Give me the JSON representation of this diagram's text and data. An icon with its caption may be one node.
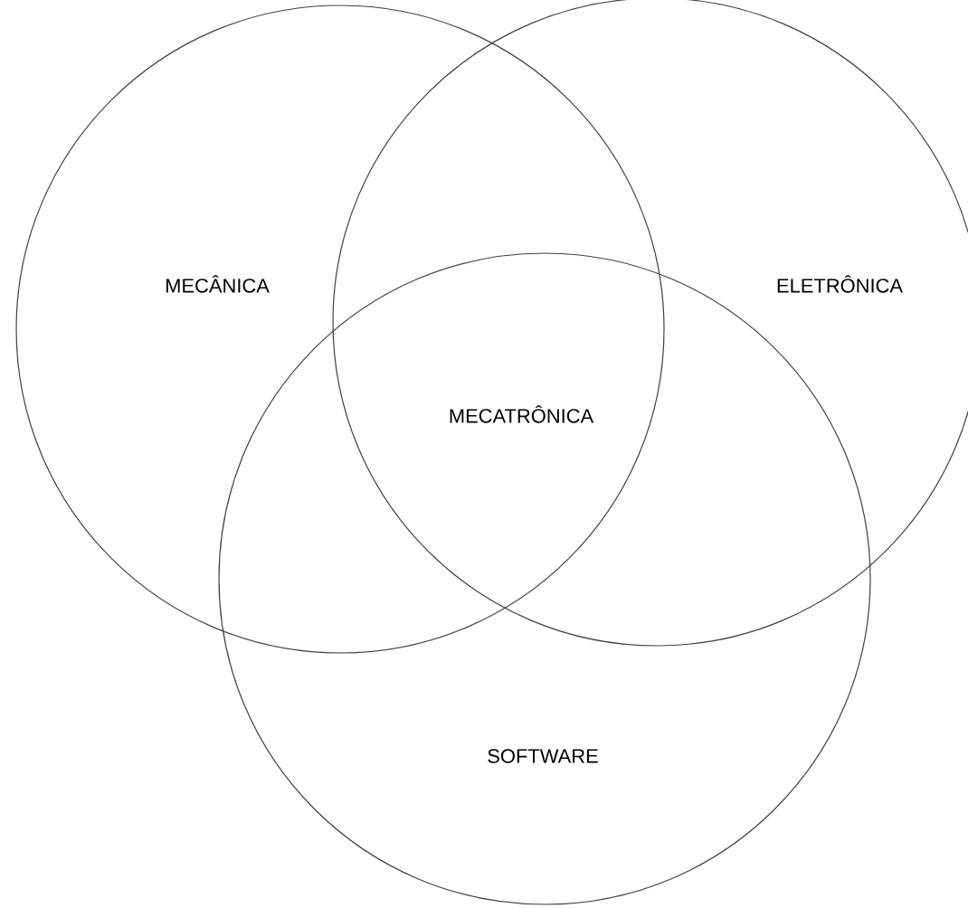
{
  "diagram": {
    "nodes": [
      {
        "text": [
          "MECÂNICA"
        ]
      },
      {
        "text": [
          "ELETRÔNICA"
        ]
      },
      {
        "text": [
          "SOFTWARE"
        ]
      }
    ],
    "labels": [
      "MECATRÔNICA"
    ]
  }
}
